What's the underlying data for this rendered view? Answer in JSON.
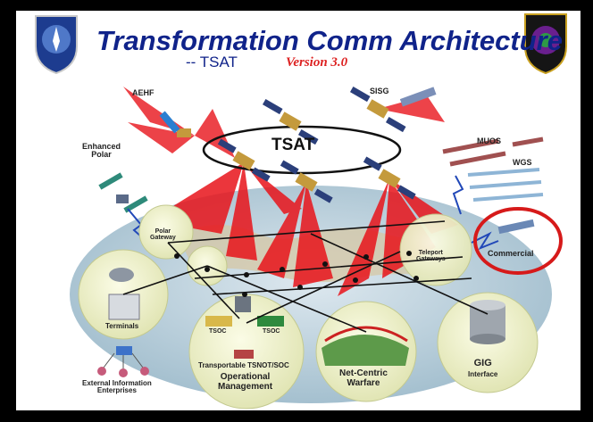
{
  "title": "Transformation Comm Architecture",
  "subtitle": "-- TSAT",
  "version": "Version 3.0",
  "nodes": {
    "tsat": "TSAT",
    "aehf": "AEHF",
    "sisg": "SISG",
    "muos": "MUOS",
    "wgs": "WGS",
    "enhanced_polar_1": "Enhanced",
    "enhanced_polar_2": "Polar",
    "polar_gateway_1": "Polar",
    "polar_gateway_2": "Gateway",
    "teleport_gateways_1": "Teleport",
    "teleport_gateways_2": "Gateways",
    "commercial": "Commercial",
    "terminals": "Terminals",
    "tsoc_left": "TSOC",
    "tsoc_right": "TSOC",
    "transportable": "Transportable TSNOT/SOC",
    "operational_1": "Operational",
    "operational_2": "Management",
    "net_centric_1": "Net-Centric",
    "net_centric_2": "Warfare",
    "gig_1": "GIG",
    "gig_2": "Interface",
    "external_1": "External Information",
    "external_2": "Enterprises"
  },
  "colors": {
    "title": "#10238a",
    "version": "#dd2222",
    "beam": "#e8141b",
    "highlight_ring": "#d61a1a",
    "bubble": "#eef0c4",
    "globe": "#b9cfdc"
  }
}
